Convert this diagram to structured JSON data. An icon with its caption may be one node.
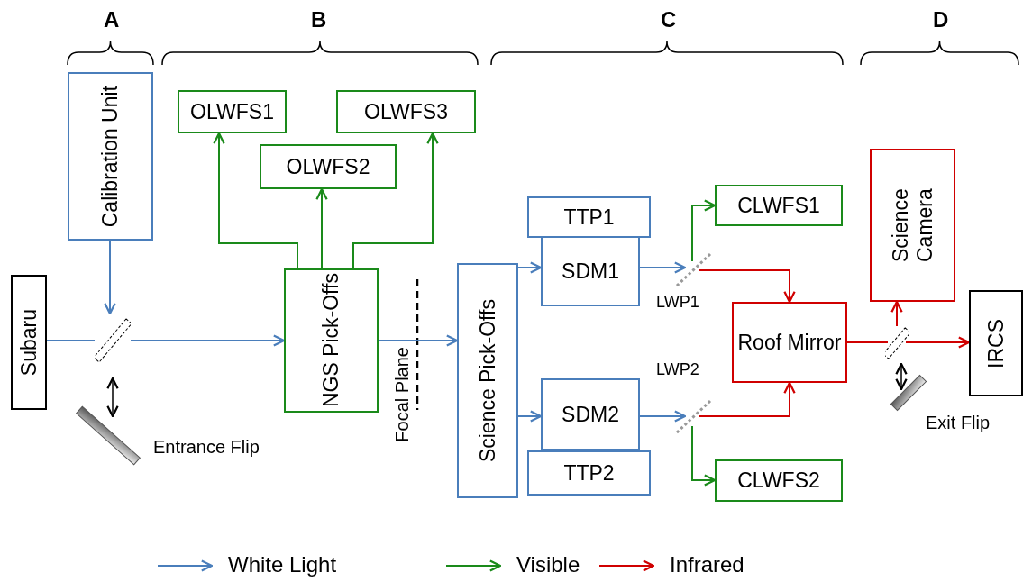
{
  "diagram": {
    "nodes": [
      {
        "text": [
          "Subaru"
        ]
      },
      {
        "text": [
          "Calibration Unit"
        ]
      },
      {
        "text": [],
        "shape": "box"
      },
      {
        "text": [
          "OLWFS1"
        ]
      },
      {
        "text": [
          "OLWFS3"
        ]
      },
      {
        "text": [
          "OLWFS2"
        ]
      },
      {
        "text": [
          "NGS Pick-Offs"
        ]
      },
      {
        "text": [
          "Science Pick-Offs"
        ]
      },
      {
        "text": [
          "TTP1"
        ]
      },
      {
        "text": [
          "SDM1"
        ]
      },
      {
        "text": [
          "CLWFS1"
        ]
      },
      {
        "text": [],
        "shape": "bar",
        "beside": [
          "LWP1"
        ]
      },
      {
        "text": [
          "Roof Mirror"
        ]
      },
      {
        "text": [
          "SDM2"
        ]
      },
      {
        "text": [
          "TTP2"
        ]
      },
      {
        "text": [],
        "shape": "bar",
        "beside": [
          "LWP2"
        ]
      },
      {
        "text": [
          "CLWFS2"
        ]
      },
      {
        "text": [
          "Science Camera"
        ]
      },
      {
        "text": [],
        "shape": "box"
      },
      {
        "text": [
          "IRCS"
        ]
      }
    ],
    "edges": [
      {
        "from": 0,
        "to": 2,
        "arrow": "none"
      },
      {
        "from": 1,
        "to": 2,
        "arrow": "to"
      },
      {
        "from": 2,
        "to": 6,
        "arrow": "to"
      },
      {
        "from": 6,
        "to": 3,
        "arrow": "to",
        "color": "#1a8a1a"
      },
      {
        "from": 6,
        "to": 5,
        "arrow": "to",
        "color": "#1a8a1a"
      },
      {
        "from": 6,
        "to": 4,
        "arrow": "to",
        "color": "#1a8a1a"
      },
      {
        "from": 6,
        "to": 7,
        "arrow": "to"
      },
      {
        "from": 7,
        "to": 9,
        "arrow": "to"
      },
      {
        "from": 7,
        "to": 13,
        "arrow": "to"
      },
      {
        "from": 9,
        "to": 11,
        "arrow": "to"
      },
      {
        "from": 13,
        "to": 15,
        "arrow": "to"
      },
      {
        "from": 11,
        "to": 10,
        "arrow": "to",
        "color": "#1a8a1a"
      },
      {
        "from": 11,
        "to": 12,
        "arrow": "to",
        "color": "#d00000"
      },
      {
        "from": 15,
        "to": 16,
        "arrow": "to",
        "color": "#1a8a1a"
      },
      {
        "from": 15,
        "to": 12,
        "arrow": "to",
        "color": "#d00000"
      },
      {
        "from": 12,
        "to": 18,
        "arrow": "none",
        "color": "#d00000"
      },
      {
        "from": 18,
        "to": 19,
        "arrow": "to",
        "color": "#d00000"
      },
      {
        "from": 18,
        "to": 17,
        "arrow": "to",
        "color": "#d00000"
      }
    ],
    "labels": [
      "A",
      "B",
      "C",
      "D",
      "Entrance Flip",
      "Focal Plane",
      "Exit Flip"
    ],
    "legend": [
      {
        "text": "White Light"
      },
      {
        "text": "Visible"
      },
      {
        "text": "Infrared"
      }
    ]
  }
}
